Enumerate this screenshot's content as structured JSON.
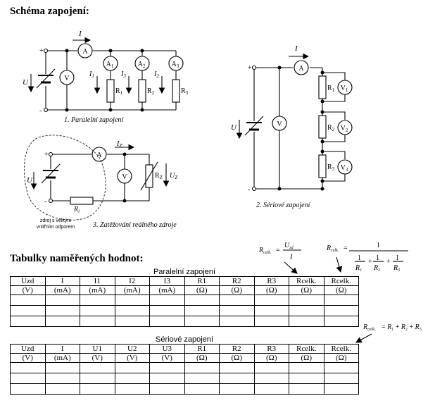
{
  "heading_scheme": "Schéma zapojení:",
  "heading_tables": "Tabulky naměřených hodnot:",
  "captions": {
    "parallel": "1. Paralelní zapojení",
    "series": "2. Sériové zapojení",
    "load": "3. Zatěžování reálného zdroje",
    "source_note_1": "zdroj s velkým",
    "source_note_2": "vnitřním odporem"
  },
  "table1": {
    "title": "Paralelní zapojení",
    "headers": [
      "Uzd",
      "I",
      "I1",
      "I2",
      "I3",
      "R1",
      "R2",
      "R3",
      "Rcelk.",
      "Rcelk."
    ],
    "units": [
      "(V)",
      "(mA)",
      "(mA)",
      "(mA)",
      "(mA)",
      "(Ω)",
      "(Ω)",
      "(Ω)",
      "(Ω)",
      "(Ω)"
    ]
  },
  "table2": {
    "title": "Sériové zapojení",
    "headers": [
      "Uzd",
      "I",
      "U1",
      "U2",
      "U3",
      "R1",
      "R2",
      "R3",
      "Rcelk.",
      "Rcelk."
    ],
    "units": [
      "(V)",
      "(mA)",
      "(V)",
      "(V)",
      "(V)",
      "(Ω)",
      "(Ω)",
      "(Ω)",
      "(Ω)",
      "(Ω)"
    ]
  },
  "formulas": {
    "ohm": "Rcelk. = Uzd / I",
    "parallel": "Rcelk. = 1 / (1/R1 + 1/R2 + 1/R3)",
    "series": "Rcelk. = R1 + R2 + R3"
  }
}
